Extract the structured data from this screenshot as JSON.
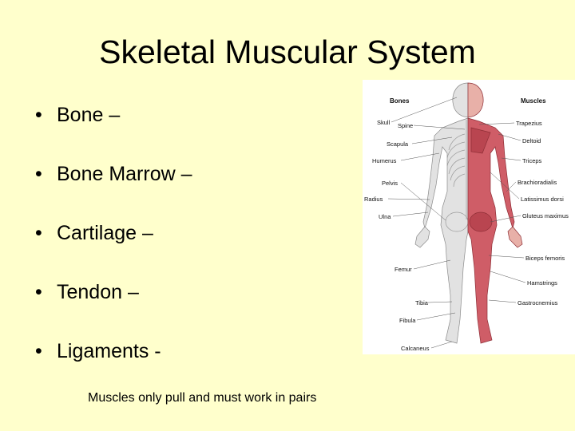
{
  "slide": {
    "title": "Skeletal Muscular System",
    "bullets": [
      "Bone –",
      "Bone Marrow –",
      "Cartilage –",
      "Tendon –",
      "Ligaments -"
    ],
    "bullet_symbol": "•",
    "note": "Muscles only pull and must work in pairs"
  },
  "figure": {
    "left_header": "Bones",
    "right_header": "Muscles",
    "bone_labels": [
      "Skull",
      "Spine",
      "Scapula",
      "Humerus",
      "Pelvis",
      "Radius",
      "Ulna",
      "Femur",
      "Tibia",
      "Fibula",
      "Calcaneus"
    ],
    "muscle_labels": [
      "Trapezius",
      "Deltoid",
      "Triceps",
      "Brachioradialis",
      "Latissimus dorsi",
      "Gluteus maximus",
      "Biceps femoris",
      "Hamstrings",
      "Gastrocnemius"
    ]
  },
  "colors": {
    "background": "#ffffcc",
    "bone": "#d9d9d9",
    "muscle": "#c8505a"
  }
}
